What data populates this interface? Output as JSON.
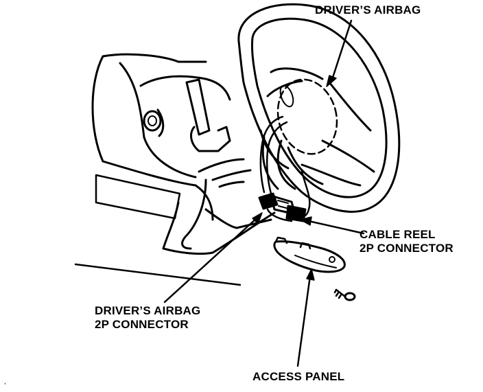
{
  "labels": {
    "drivers_airbag": "DRIVER’S AIRBAG",
    "cable_reel_line1": "CABLE REEL",
    "cable_reel_line2": "2P CONNECTOR",
    "driver_connector_line1": "DRIVER’S AIRBAG",
    "driver_connector_line2": "2P CONNECTOR",
    "access_panel": "ACCESS PANEL"
  },
  "stray_mark": ","
}
